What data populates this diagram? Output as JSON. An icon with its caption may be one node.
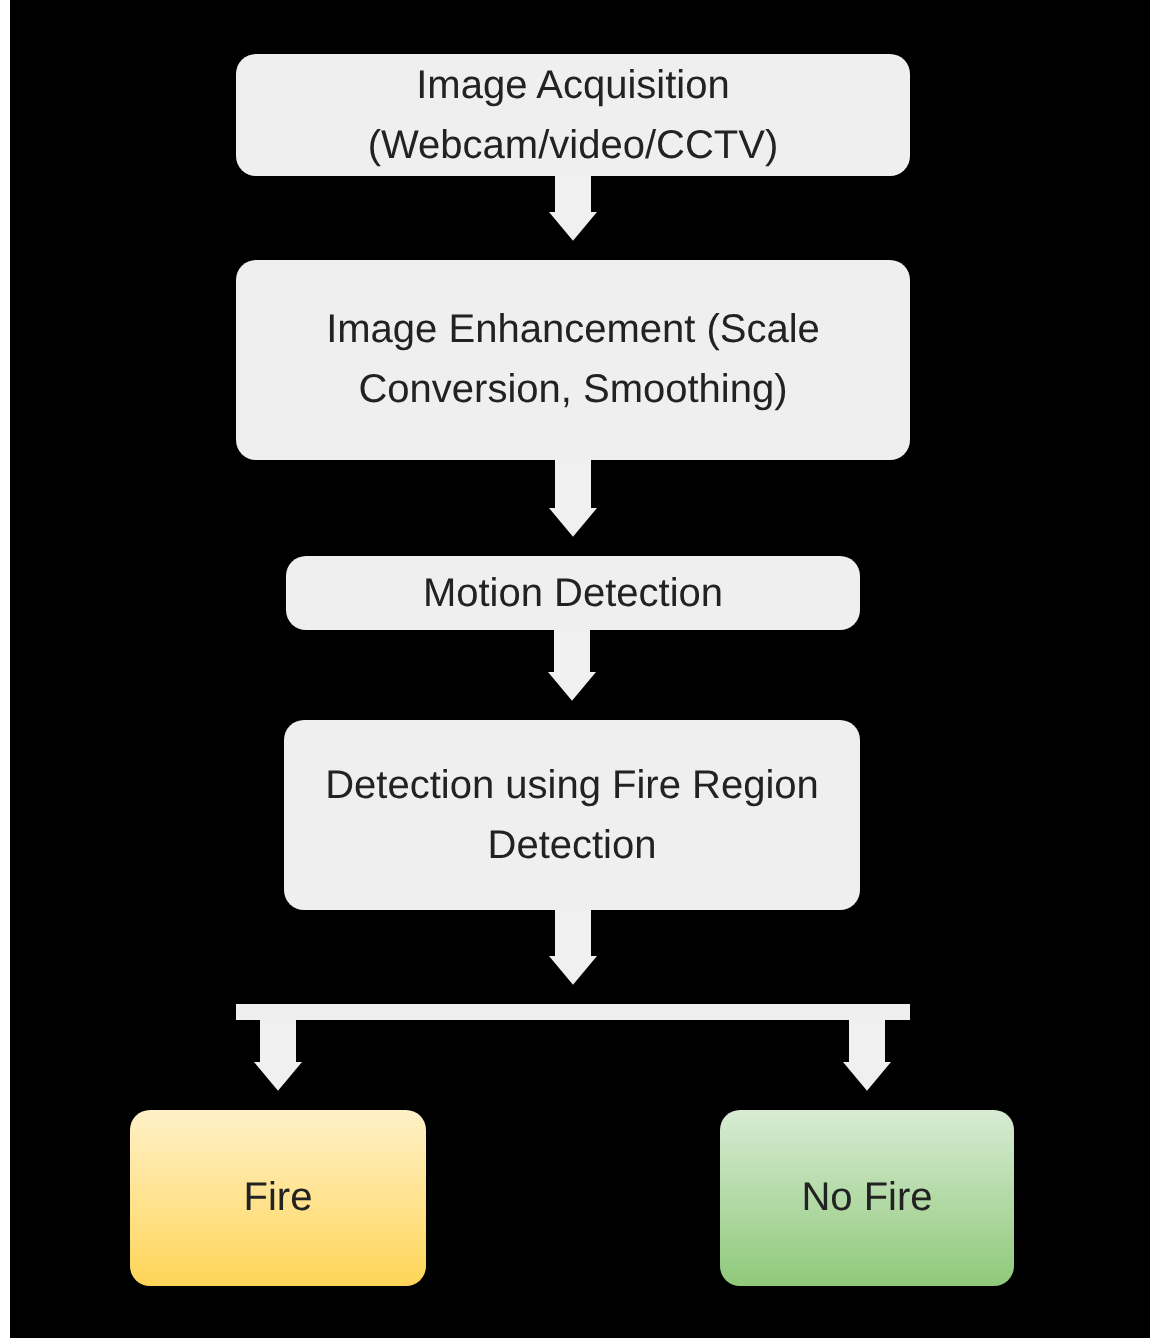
{
  "diagram": {
    "nodes": [
      {
        "text": [
          "Image Acquisition (Webcam/video/CCTV)"
        ]
      },
      {
        "text": [
          "Image Enhancement (Scale Conversion, Smoothing)"
        ]
      },
      {
        "text": [
          "Motion Detection"
        ]
      },
      {
        "text": [
          "Detection using Fire Region Detection"
        ]
      },
      {
        "text": [],
        "shape": "bar"
      },
      {
        "text": [
          "Fire"
        ]
      },
      {
        "text": [
          "No Fire"
        ]
      }
    ],
    "edges": [
      {
        "from": 0,
        "to": 1,
        "arrow": "to"
      },
      {
        "from": 1,
        "to": 2,
        "arrow": "to"
      },
      {
        "from": 2,
        "to": 3,
        "arrow": "to"
      },
      {
        "from": 3,
        "to": 4,
        "arrow": "to"
      },
      {
        "from": 4,
        "to": 5,
        "arrow": "to"
      },
      {
        "from": 4,
        "to": 6,
        "arrow": "to"
      }
    ]
  }
}
